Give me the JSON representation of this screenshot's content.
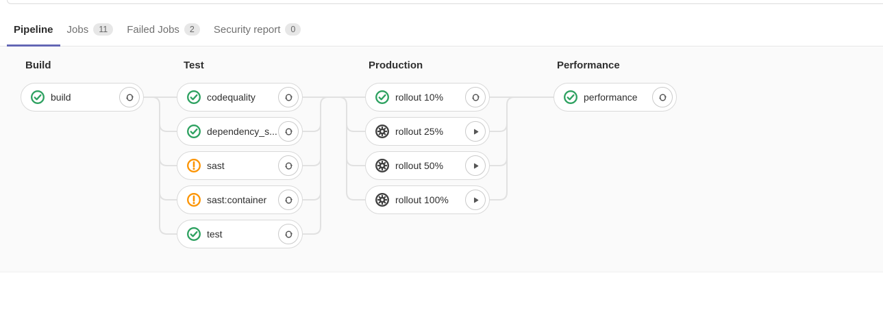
{
  "tabs": {
    "items": [
      {
        "label": "Pipeline",
        "active": true
      },
      {
        "label": "Jobs",
        "count": "11"
      },
      {
        "label": "Failed Jobs",
        "count": "2"
      },
      {
        "label": "Security report",
        "count": "0"
      }
    ]
  },
  "pipeline_graph": {
    "stages": [
      {
        "title": "Build",
        "jobs": [
          {
            "name": "build",
            "status": "success",
            "status_icon": "status-success-icon",
            "action": "retry",
            "action_icon": "retry-icon"
          }
        ]
      },
      {
        "title": "Test",
        "jobs": [
          {
            "name": "codequality",
            "status": "success",
            "status_icon": "status-success-icon",
            "action": "retry",
            "action_icon": "retry-icon"
          },
          {
            "name": "dependency_s...",
            "status": "success",
            "status_icon": "status-success-icon",
            "action": "retry",
            "action_icon": "retry-icon"
          },
          {
            "name": "sast",
            "status": "warning",
            "status_icon": "status-warning-icon",
            "action": "retry",
            "action_icon": "retry-icon"
          },
          {
            "name": "sast:container",
            "status": "warning",
            "status_icon": "status-warning-icon",
            "action": "retry",
            "action_icon": "retry-icon"
          },
          {
            "name": "test",
            "status": "success",
            "status_icon": "status-success-icon",
            "action": "retry",
            "action_icon": "retry-icon"
          }
        ]
      },
      {
        "title": "Production",
        "jobs": [
          {
            "name": "rollout 10%",
            "status": "success",
            "status_icon": "status-success-icon",
            "action": "retry",
            "action_icon": "retry-icon"
          },
          {
            "name": "rollout 25%",
            "status": "manual",
            "status_icon": "status-manual-icon",
            "action": "play",
            "action_icon": "play-icon"
          },
          {
            "name": "rollout 50%",
            "status": "manual",
            "status_icon": "status-manual-icon",
            "action": "play",
            "action_icon": "play-icon"
          },
          {
            "name": "rollout 100%",
            "status": "manual",
            "status_icon": "status-manual-icon",
            "action": "play",
            "action_icon": "play-icon"
          }
        ]
      },
      {
        "title": "Performance",
        "jobs": [
          {
            "name": "performance",
            "status": "success",
            "status_icon": "status-success-icon",
            "action": "retry",
            "action_icon": "retry-icon"
          }
        ]
      }
    ]
  },
  "colors": {
    "tab_active_underline": "#6366b4",
    "success_green": "#2da160",
    "warning_orange": "#fc9403",
    "manual_dark": "#3f3f3f",
    "connector_gray": "#e1e1e1",
    "graph_background": "#fafafa"
  }
}
